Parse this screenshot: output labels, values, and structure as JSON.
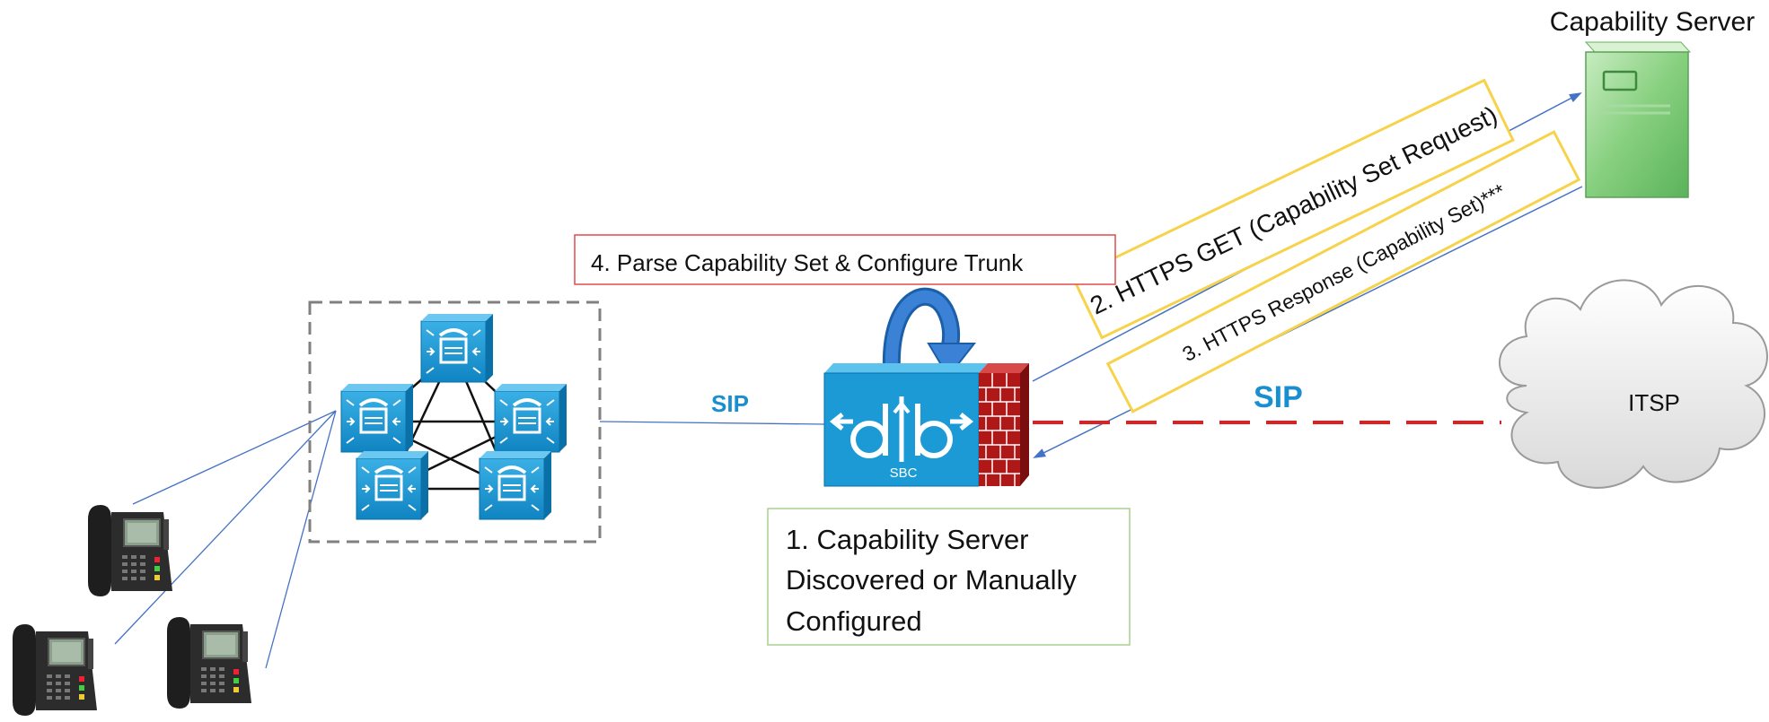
{
  "labels": {
    "capability_server": "Capability Server",
    "step4": "4. Parse Capability Set & Configure Trunk",
    "step2": "2. HTTPS GET (Capability Set Request)",
    "step3": "3. HTTPS Response (Capability Set)***",
    "sip_left": "SIP",
    "sip_right": "SIP",
    "itsp": "ITSP",
    "sbc": "SBC",
    "step1_lines": [
      "1. Capability Server",
      "Discovered or Manually",
      "Configured"
    ]
  },
  "colors": {
    "connector_blue": "#4472c4",
    "sip_label": "#1a8fd0",
    "sip_trunk_red": "#e02020",
    "step4_border": "#e34a4a",
    "step1_border": "#a9d18e",
    "https_box_border": "#f7d24b",
    "cisco_blue": "#1b9ad6",
    "firewall_red": "#b01818",
    "server_green": "#7fc97f",
    "cluster_border": "#808080"
  },
  "icons": {
    "server": "server-icon",
    "sbc": "sbc-router-icon",
    "firewall": "firewall-icon",
    "cloud": "cloud-icon",
    "callmanager": "call-manager-icon",
    "phone": "ip-phone-icon",
    "loop": "curved-arrow-icon"
  }
}
